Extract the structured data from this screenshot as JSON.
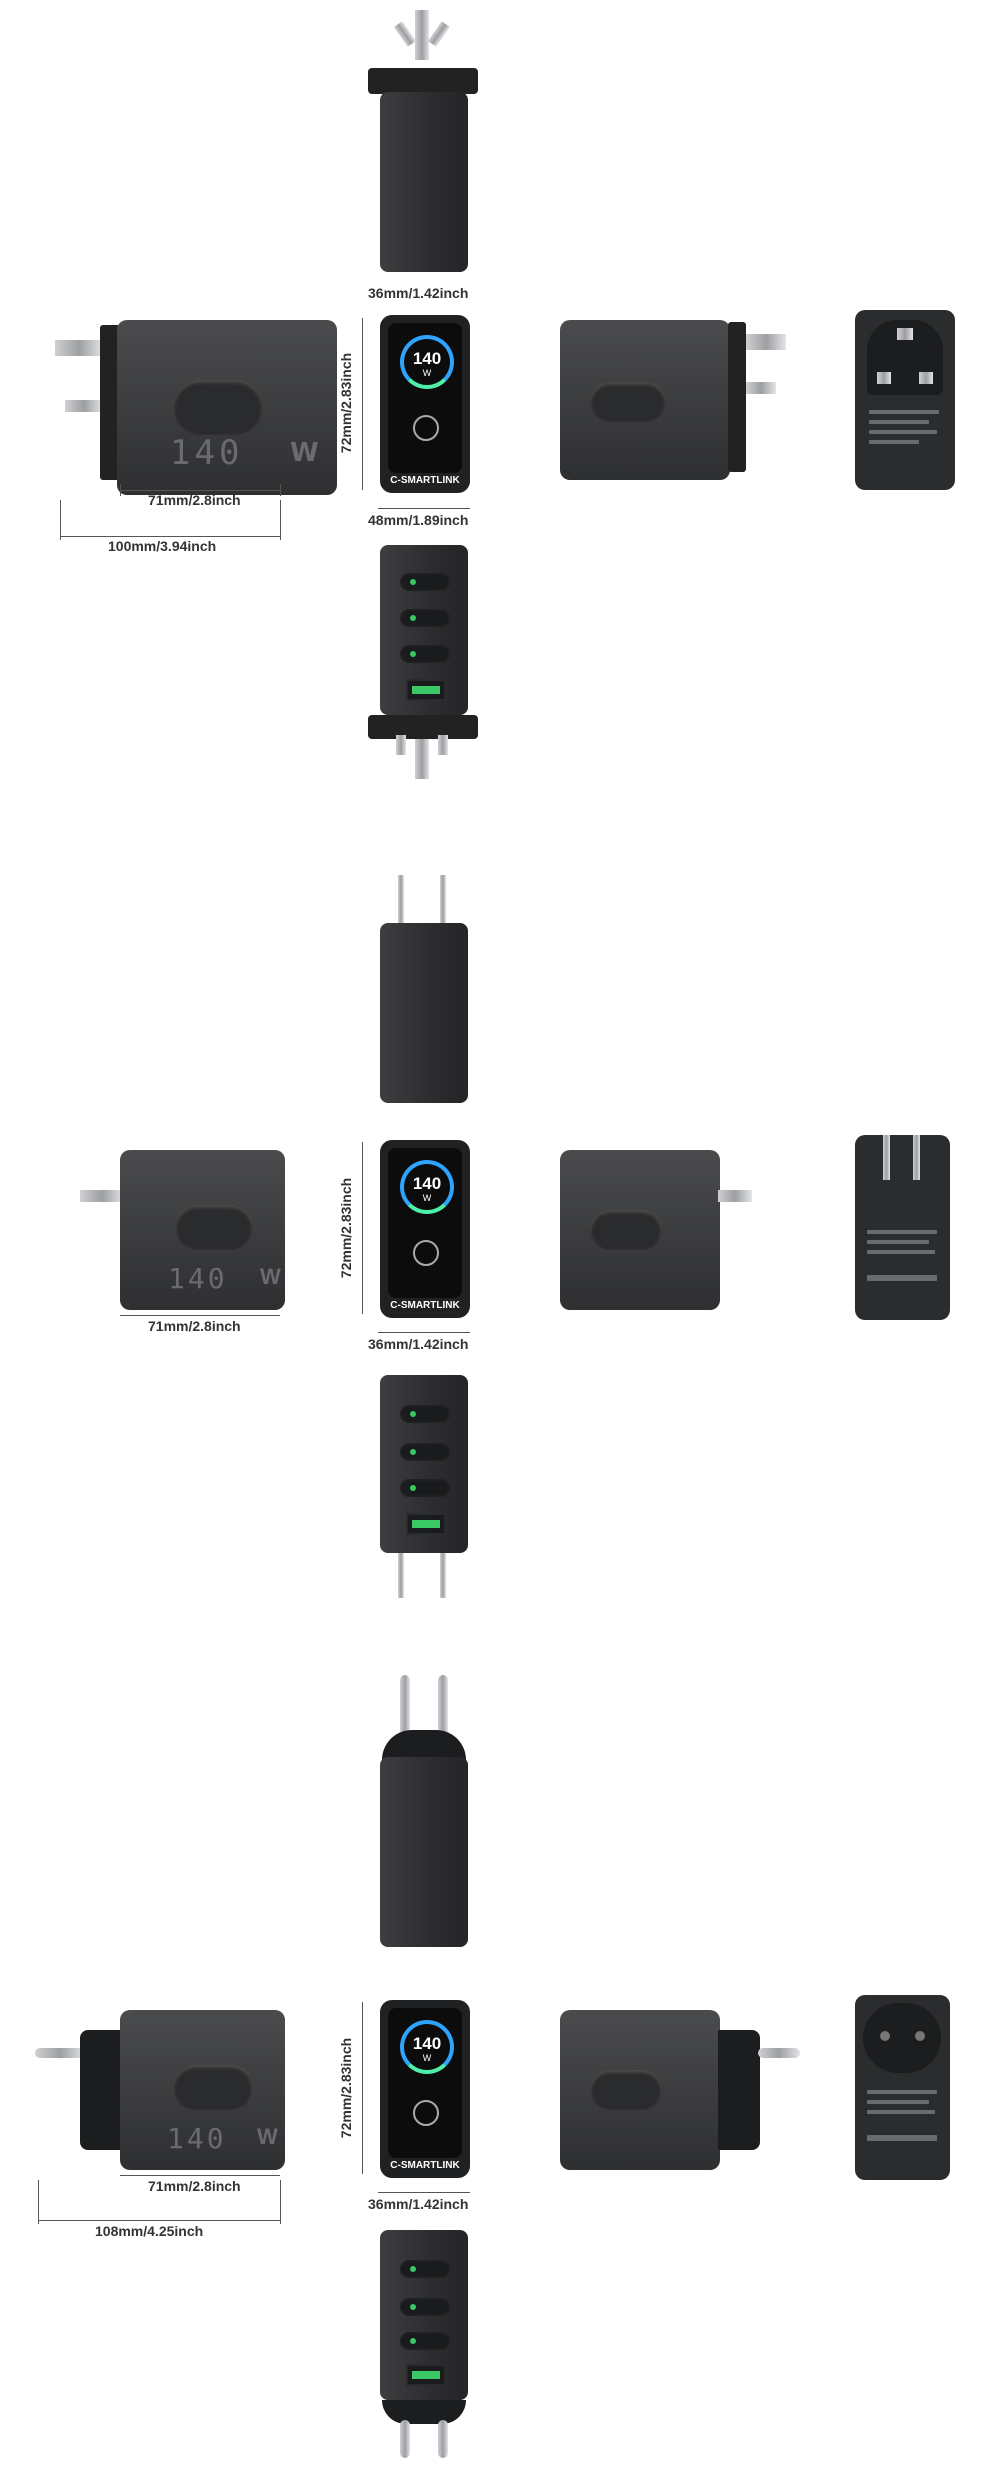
{
  "brand": "C-SMARTLINK",
  "watt_display": {
    "value": "140",
    "unit": "W"
  },
  "colors": {
    "accent": "#2fa4ff",
    "led": "#3ac765",
    "body": "#35363a"
  },
  "sections": [
    {
      "plug": "UK",
      "dims": {
        "top_width": "36mm/1.42inch",
        "front_height": "72mm/2.83inch",
        "front_width": "48mm/1.89inch",
        "side_width": "71mm/2.8inch",
        "total_width": "100mm/3.94inch"
      }
    },
    {
      "plug": "US",
      "dims": {
        "front_height": "72mm/2.83inch",
        "front_width": "36mm/1.42inch",
        "side_width": "71mm/2.8inch"
      }
    },
    {
      "plug": "EU",
      "dims": {
        "front_height": "72mm/2.83inch",
        "front_width": "36mm/1.42inch",
        "side_width": "71mm/2.8inch",
        "total_width": "108mm/4.25inch"
      }
    }
  ]
}
